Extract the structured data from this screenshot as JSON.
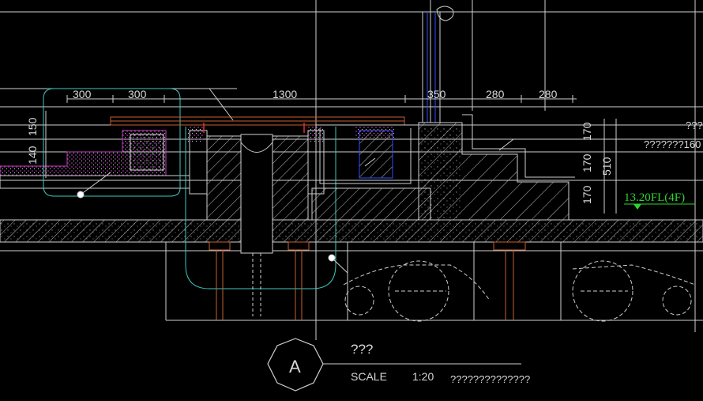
{
  "drawing": {
    "dimensions_top": [
      "300",
      "300",
      "1300",
      "350",
      "280",
      "280"
    ],
    "dimensions_left": [
      "150",
      "140"
    ],
    "dimensions_right": [
      "170",
      "170",
      "170",
      "510"
    ],
    "level_label": "13.20FL(4F)",
    "callout_right_1": "???",
    "callout_right_2": "???????160"
  },
  "title_block": {
    "section_letter": "A",
    "title": "???",
    "scale_label": "SCALE",
    "scale_value": "1:20",
    "note": "??????????????"
  },
  "colors": {
    "background": "#000000",
    "lines": "#d8d8d8",
    "cyan": "#3fc8c0",
    "red": "#e03030",
    "magenta": "#c040c0",
    "blue": "#3050ff",
    "orange": "#c86030",
    "level_green": "#2fd42f"
  }
}
